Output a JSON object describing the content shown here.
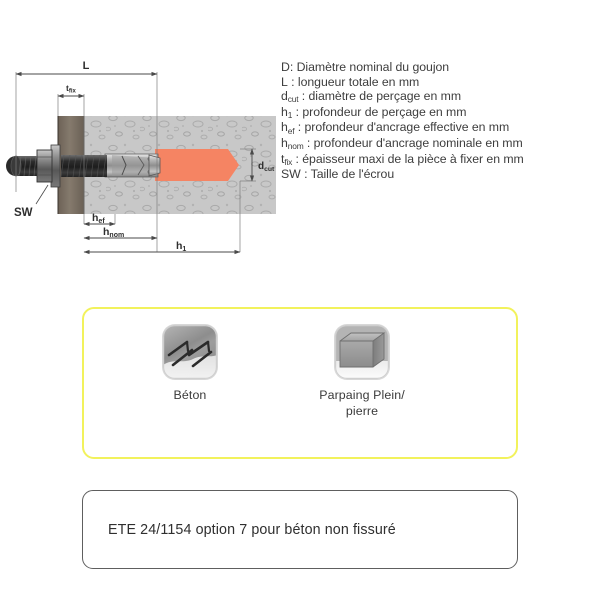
{
  "diagram": {
    "title": "anchor-bolt-installation-cross-section",
    "dimension_labels": {
      "L": "L",
      "t_fix": "t",
      "t_fix_sub": "fix",
      "h_ef": "h",
      "h_ef_sub": "ef",
      "h_nom": "h",
      "h_nom_sub": "nom",
      "h_1": "h",
      "h_1_sub": "1",
      "d_cut": "d",
      "d_cut_sub": "cut",
      "SW": "SW"
    },
    "colors": {
      "concrete": "#c9c9c9",
      "fixture_plate": "#7a6f62",
      "drill_hole_arrow": "#f58463",
      "bolt_dark": "#3a3a3a",
      "bolt_light": "#c0c0c0",
      "dimension_line": "#4a4a4a"
    }
  },
  "legend": {
    "rows": [
      {
        "symbol": "D",
        "subscript": "",
        "text": ": Diamètre nominal du goujon"
      },
      {
        "symbol": "L",
        "subscript": "",
        "text": " : longueur totale en mm"
      },
      {
        "symbol": "d",
        "subscript": "cut",
        "text": " : diamètre de perçage en mm"
      },
      {
        "symbol": "h",
        "subscript": "1",
        "text": " : profondeur de perçage en mm"
      },
      {
        "symbol": "h",
        "subscript": "ef",
        "text": " : profondeur d'ancrage effective en mm"
      },
      {
        "symbol": "h",
        "subscript": "nom",
        "text": " : profondeur d'ancrage nominale en mm"
      },
      {
        "symbol": "t",
        "subscript": "fix",
        "text": " : épaisseur maxi de la pièce à fixer en mm"
      },
      {
        "symbol": "SW",
        "subscript": "",
        "text": " : Taille de l'écrou"
      }
    ]
  },
  "support_box": {
    "border_color": "#f2f25c",
    "items": [
      {
        "label": "Béton",
        "icon": "concrete-slab-icon"
      },
      {
        "label": "Parpaing Plein/\npierre",
        "icon": "solid-block-stone-icon"
      }
    ]
  },
  "ete_box": {
    "border_color": "#5e5e5e",
    "text": "ETE 24/1154 option 7 pour béton non fissuré"
  }
}
